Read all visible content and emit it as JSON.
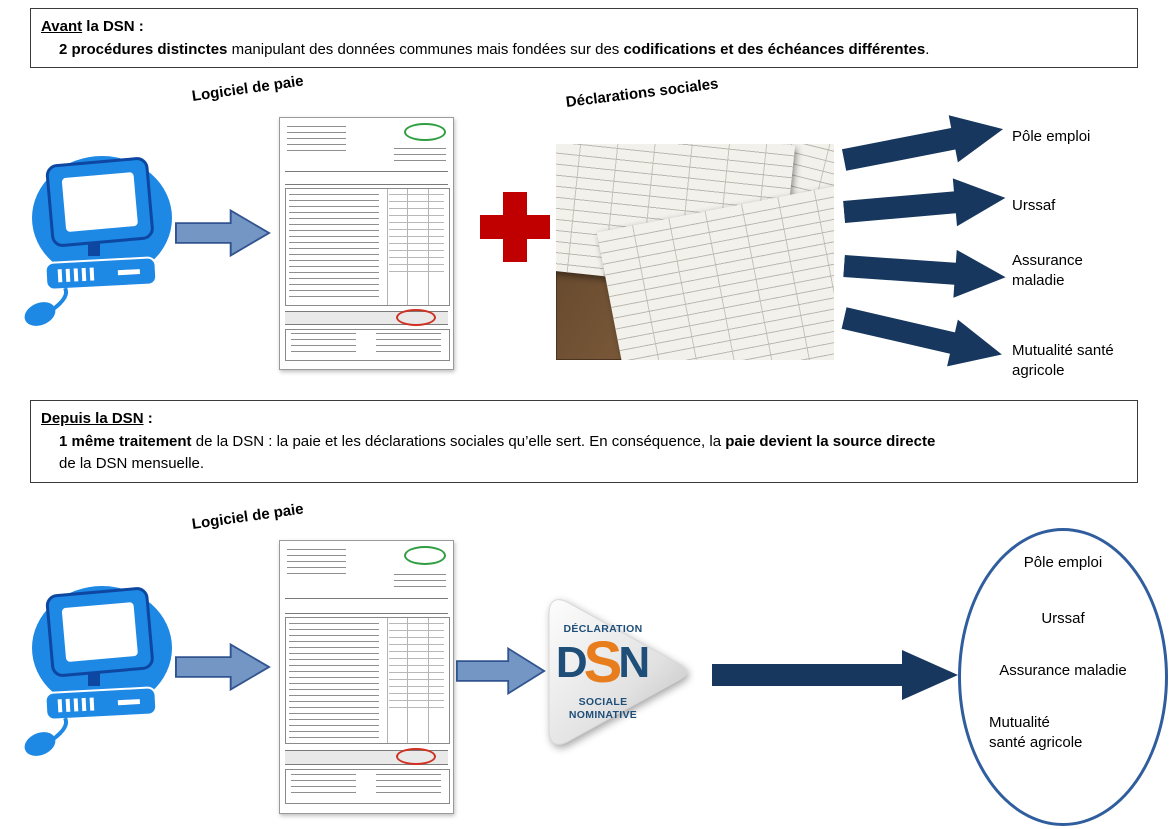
{
  "before_box": {
    "title_underlined": "Avant",
    "title_rest": " la DSN :",
    "body_bold_1": "2 procédures distinctes",
    "body_text_1": " manipulant des données communes mais fondées sur des ",
    "body_bold_2": "codifications et des échéances différentes",
    "body_text_2": "."
  },
  "after_box": {
    "title_underlined": "Depuis la DSN",
    "title_rest": " :",
    "body_bold_1": "1 même traitement",
    "body_text_1": " de la DSN : la paie et les déclarations sociales qu’elle sert. En conséquence, la ",
    "body_bold_2": "paie devient la source directe",
    "body_line_2": "de la DSN mensuelle."
  },
  "labels": {
    "payroll_software": "Logiciel de paie",
    "social_declarations": "Déclarations sociales"
  },
  "top_destinations": [
    "Pôle emploi",
    "Urssaf",
    "Assurance\nmaladie",
    "Mutualité santé\nagricole"
  ],
  "bottom_destinations": [
    "Pôle emploi",
    "Urssaf",
    "Assurance maladie",
    "Mutualité\nsanté agricole"
  ],
  "dsn_logo": {
    "caption_top": "DÉCLARATION",
    "letter_d": "D",
    "letter_s": "S",
    "letter_n": "N",
    "caption_bottom_1": "SOCIALE",
    "caption_bottom_2": "NOMINATIVE"
  },
  "colors": {
    "navy_arrow": "#17375E",
    "steel_arrow_fill": "#7396C4",
    "steel_arrow_border": "#31538F",
    "plus_red": "#C00000",
    "dsn_navy": "#1F4E79",
    "dsn_orange": "#E87D1E",
    "ellipse_border": "#2F5D9E",
    "computer_blue": "#1E88E5"
  }
}
